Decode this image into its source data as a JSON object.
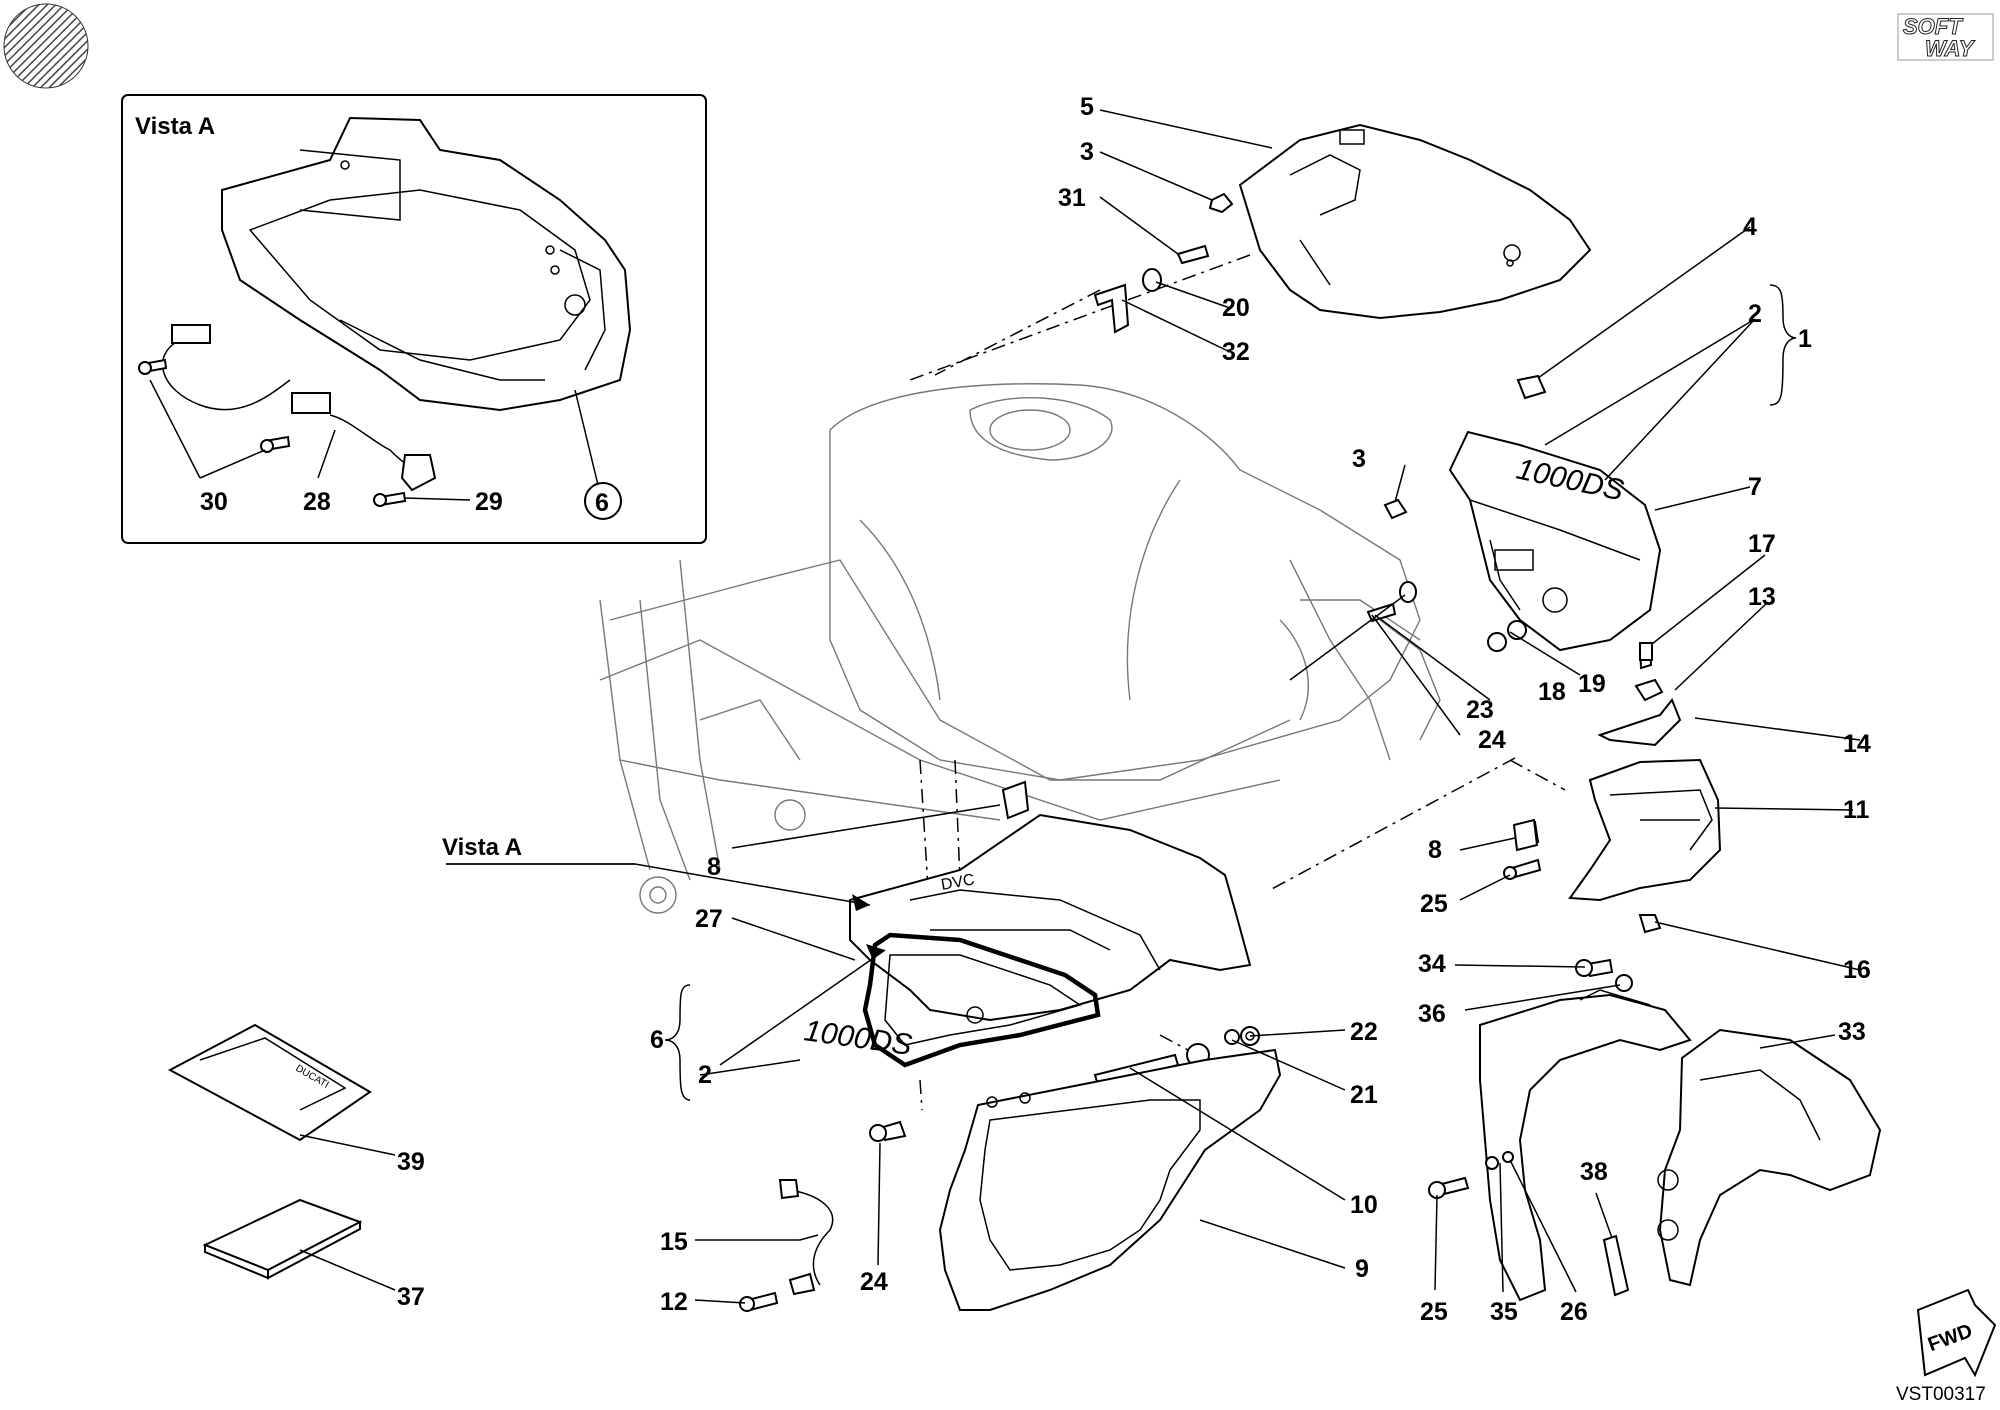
{
  "figure_code": "VST00317",
  "brand": {
    "line1": "SOFT",
    "line2": "WAY"
  },
  "direction_label": "FWD",
  "inset": {
    "title": "Vista A"
  },
  "vista_label": "Vista A",
  "decal_text": "1000DS",
  "callouts": {
    "c1": "1",
    "c2a": "2",
    "c2b": "2",
    "c3a": "3",
    "c3b": "3",
    "c4": "4",
    "c5": "5",
    "c6a": "6",
    "c6b": "6",
    "c7": "7",
    "c8a": "8",
    "c8b": "8",
    "c9": "9",
    "c10": "10",
    "c11": "11",
    "c12": "12",
    "c13": "13",
    "c14": "14",
    "c15": "15",
    "c16": "16",
    "c17": "17",
    "c18": "18",
    "c19": "19",
    "c20": "20",
    "c21": "21",
    "c22": "22",
    "c23": "23",
    "c24a": "24",
    "c24b": "24",
    "c25a": "25",
    "c25b": "25",
    "c26": "26",
    "c27": "27",
    "c28": "28",
    "c29": "29",
    "c30": "30",
    "c31": "31",
    "c32": "32",
    "c33": "33",
    "c34": "34",
    "c35": "35",
    "c36": "36",
    "c37": "37",
    "c38": "38",
    "c39": "39"
  }
}
